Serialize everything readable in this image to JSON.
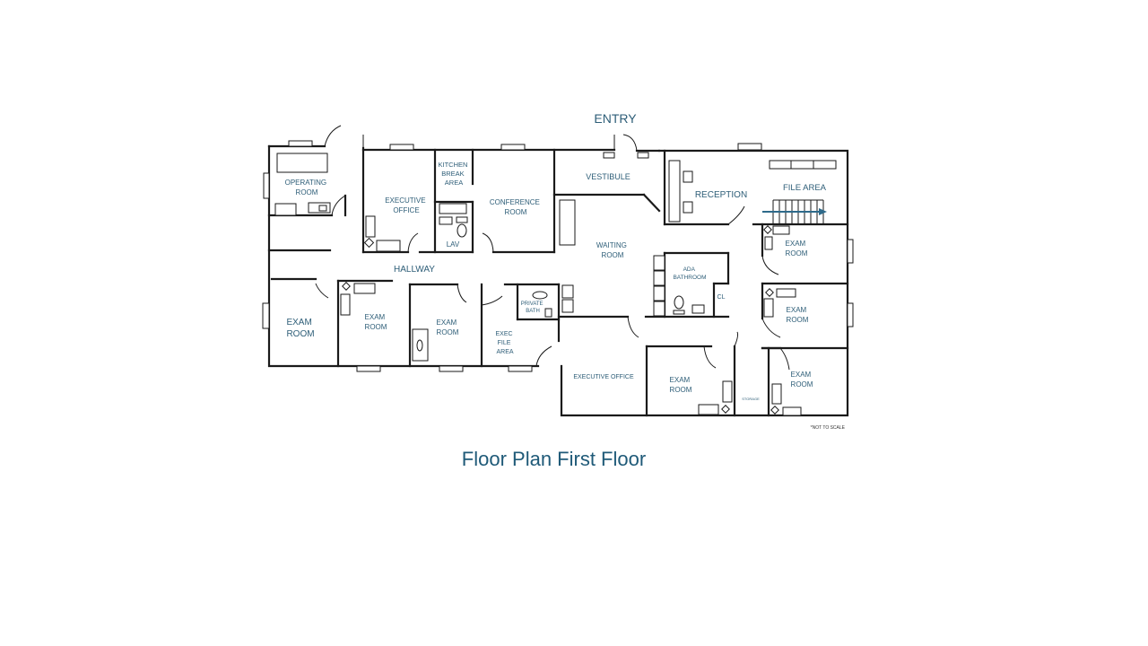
{
  "title": "Floor Plan First Floor",
  "note": "*NOT TO SCALE",
  "accent_color": "#2e5e78",
  "rooms": {
    "entry": "ENTRY",
    "operating_room": [
      "OPERATING",
      "ROOM"
    ],
    "executive_office_1": [
      "EXECUTIVE",
      "OFFICE"
    ],
    "kitchen_break": [
      "KITCHEN",
      "BREAK",
      "AREA"
    ],
    "lav": "LAV",
    "conference_room": [
      "CONFERENCE",
      "ROOM"
    ],
    "vestibule": "VESTIBULE",
    "reception": "RECEPTION",
    "file_area": "FILE AREA",
    "waiting_room": [
      "WAITING",
      "ROOM"
    ],
    "hallway": "HALLWAY",
    "ada_bathroom": [
      "ADA",
      "BATHROOM"
    ],
    "closet": "CL",
    "private_bath": [
      "PRIVATE",
      "BATH"
    ],
    "exec_file_area": [
      "EXEC",
      "FILE",
      "AREA"
    ],
    "executive_office_2": "EXECUTIVE OFFICE",
    "storage": "STORAGE",
    "exam_room": [
      "EXAM",
      "ROOM"
    ]
  }
}
